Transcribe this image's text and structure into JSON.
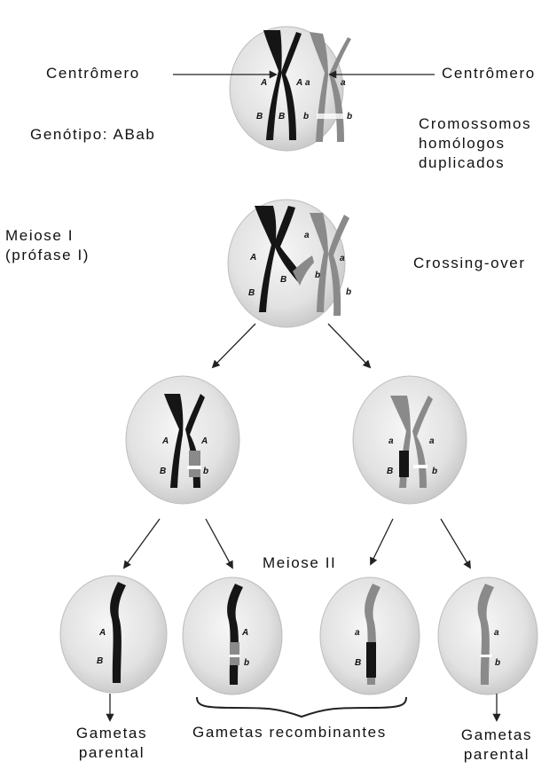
{
  "labels": {
    "centromere_left": "Centrômero",
    "centromere_right": "Centrômero",
    "genotype": "Genótipo: ABab",
    "homologs_line1": "Cromossomos",
    "homologs_line2": "homólogos",
    "homologs_line3": "duplicados",
    "meiosis1_line1": "Meiose I",
    "meiosis1_line2": "(prófase I)",
    "crossing_over": "Crossing-over",
    "meiosis2": "Meiose II",
    "gametes_parental_left_line1": "Gametas",
    "gametes_parental_left_line2": "parental",
    "gametes_recombinant": "Gametas recombinantes",
    "gametes_parental_right_line1": "Gametas",
    "gametes_parental_right_line2": "parental"
  },
  "alleles": {
    "A": "A",
    "a": "a",
    "B": "B",
    "b": "b"
  },
  "colors": {
    "dark_chromosome": "#151515",
    "light_chromosome": "#8a8a8a",
    "cell_fill": "#e4e4e4",
    "cell_edge": "#b9b9b9",
    "arrow": "#222222"
  }
}
